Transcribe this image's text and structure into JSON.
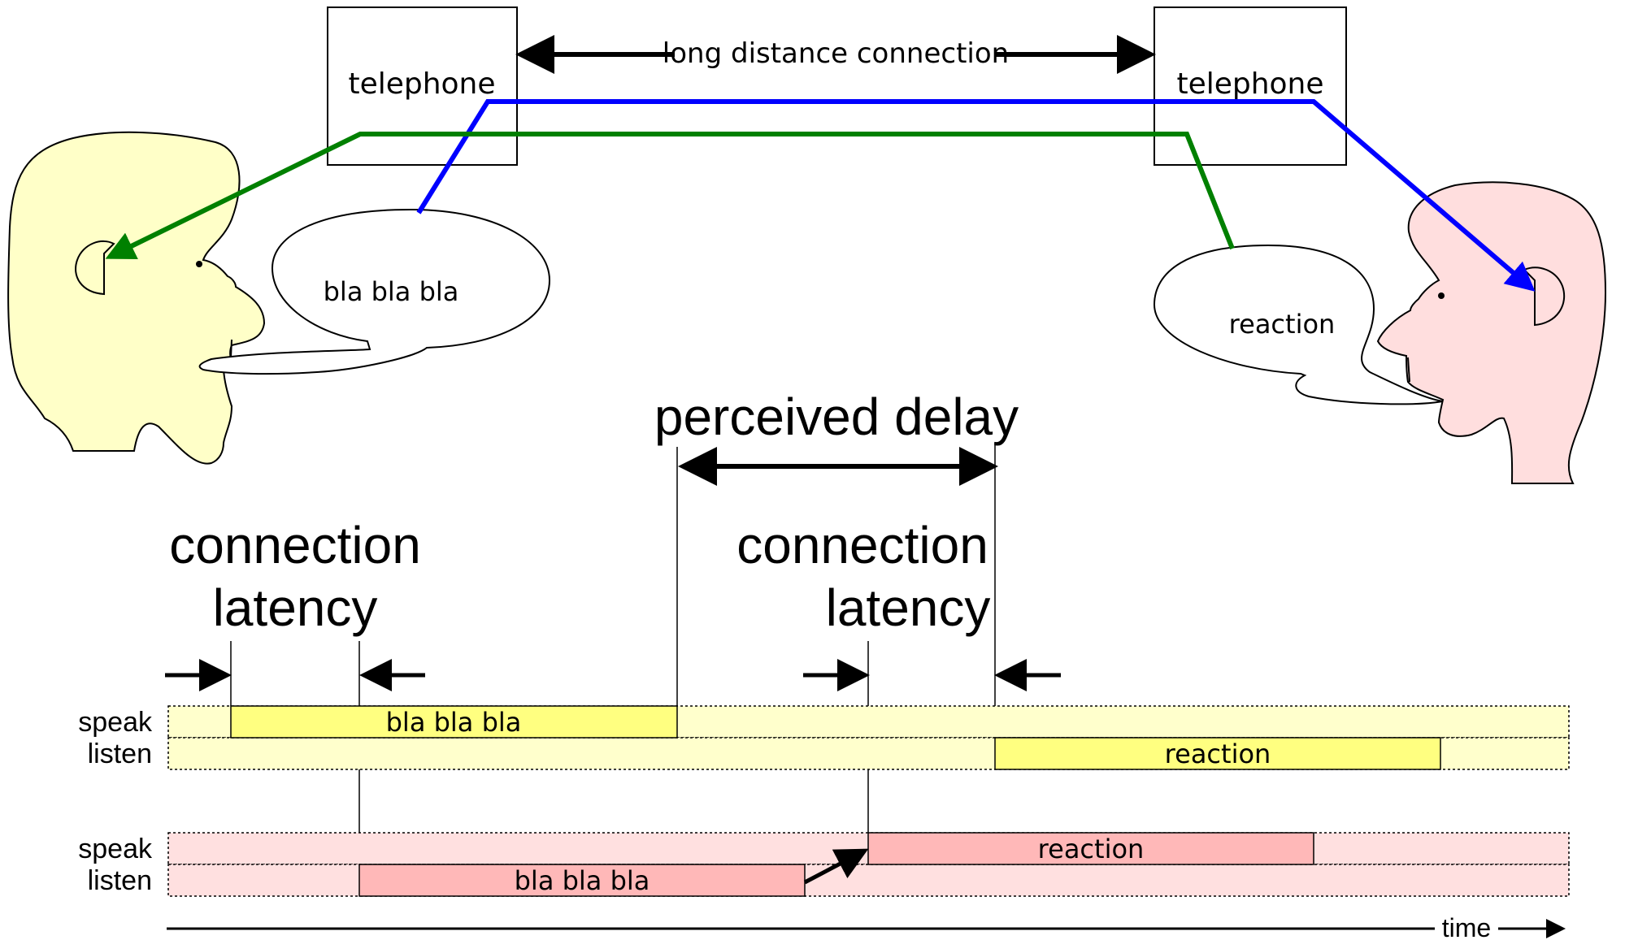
{
  "telephones": {
    "left_label": "telephone",
    "right_label": "telephone",
    "connection_label": "long distance connection"
  },
  "bubbles": {
    "left_text": "bla bla bla",
    "right_text": "reaction"
  },
  "timeline": {
    "perceived_delay": "perceived delay",
    "latency_left": {
      "line1": "connection",
      "line2": "latency"
    },
    "latency_right": {
      "line1": "connection",
      "line2": "latency"
    },
    "rows": [
      {
        "label": "speak",
        "bar": "bla bla bla"
      },
      {
        "label": "listen",
        "bar": "reaction"
      },
      {
        "label": "speak",
        "bar": "reaction"
      },
      {
        "label": "listen",
        "bar": "bla bla bla"
      }
    ],
    "time_label": "time"
  },
  "colors": {
    "blue_path": "#0000ff",
    "green_path": "#008000",
    "head_left_fill": "#ffffc8",
    "head_right_fill": "#ffdede",
    "lane_yellow": "#ffffcc",
    "bar_yellow": "#ffff80",
    "lane_pink": "#ffe0e0",
    "bar_pink": "#ffb8b8"
  }
}
